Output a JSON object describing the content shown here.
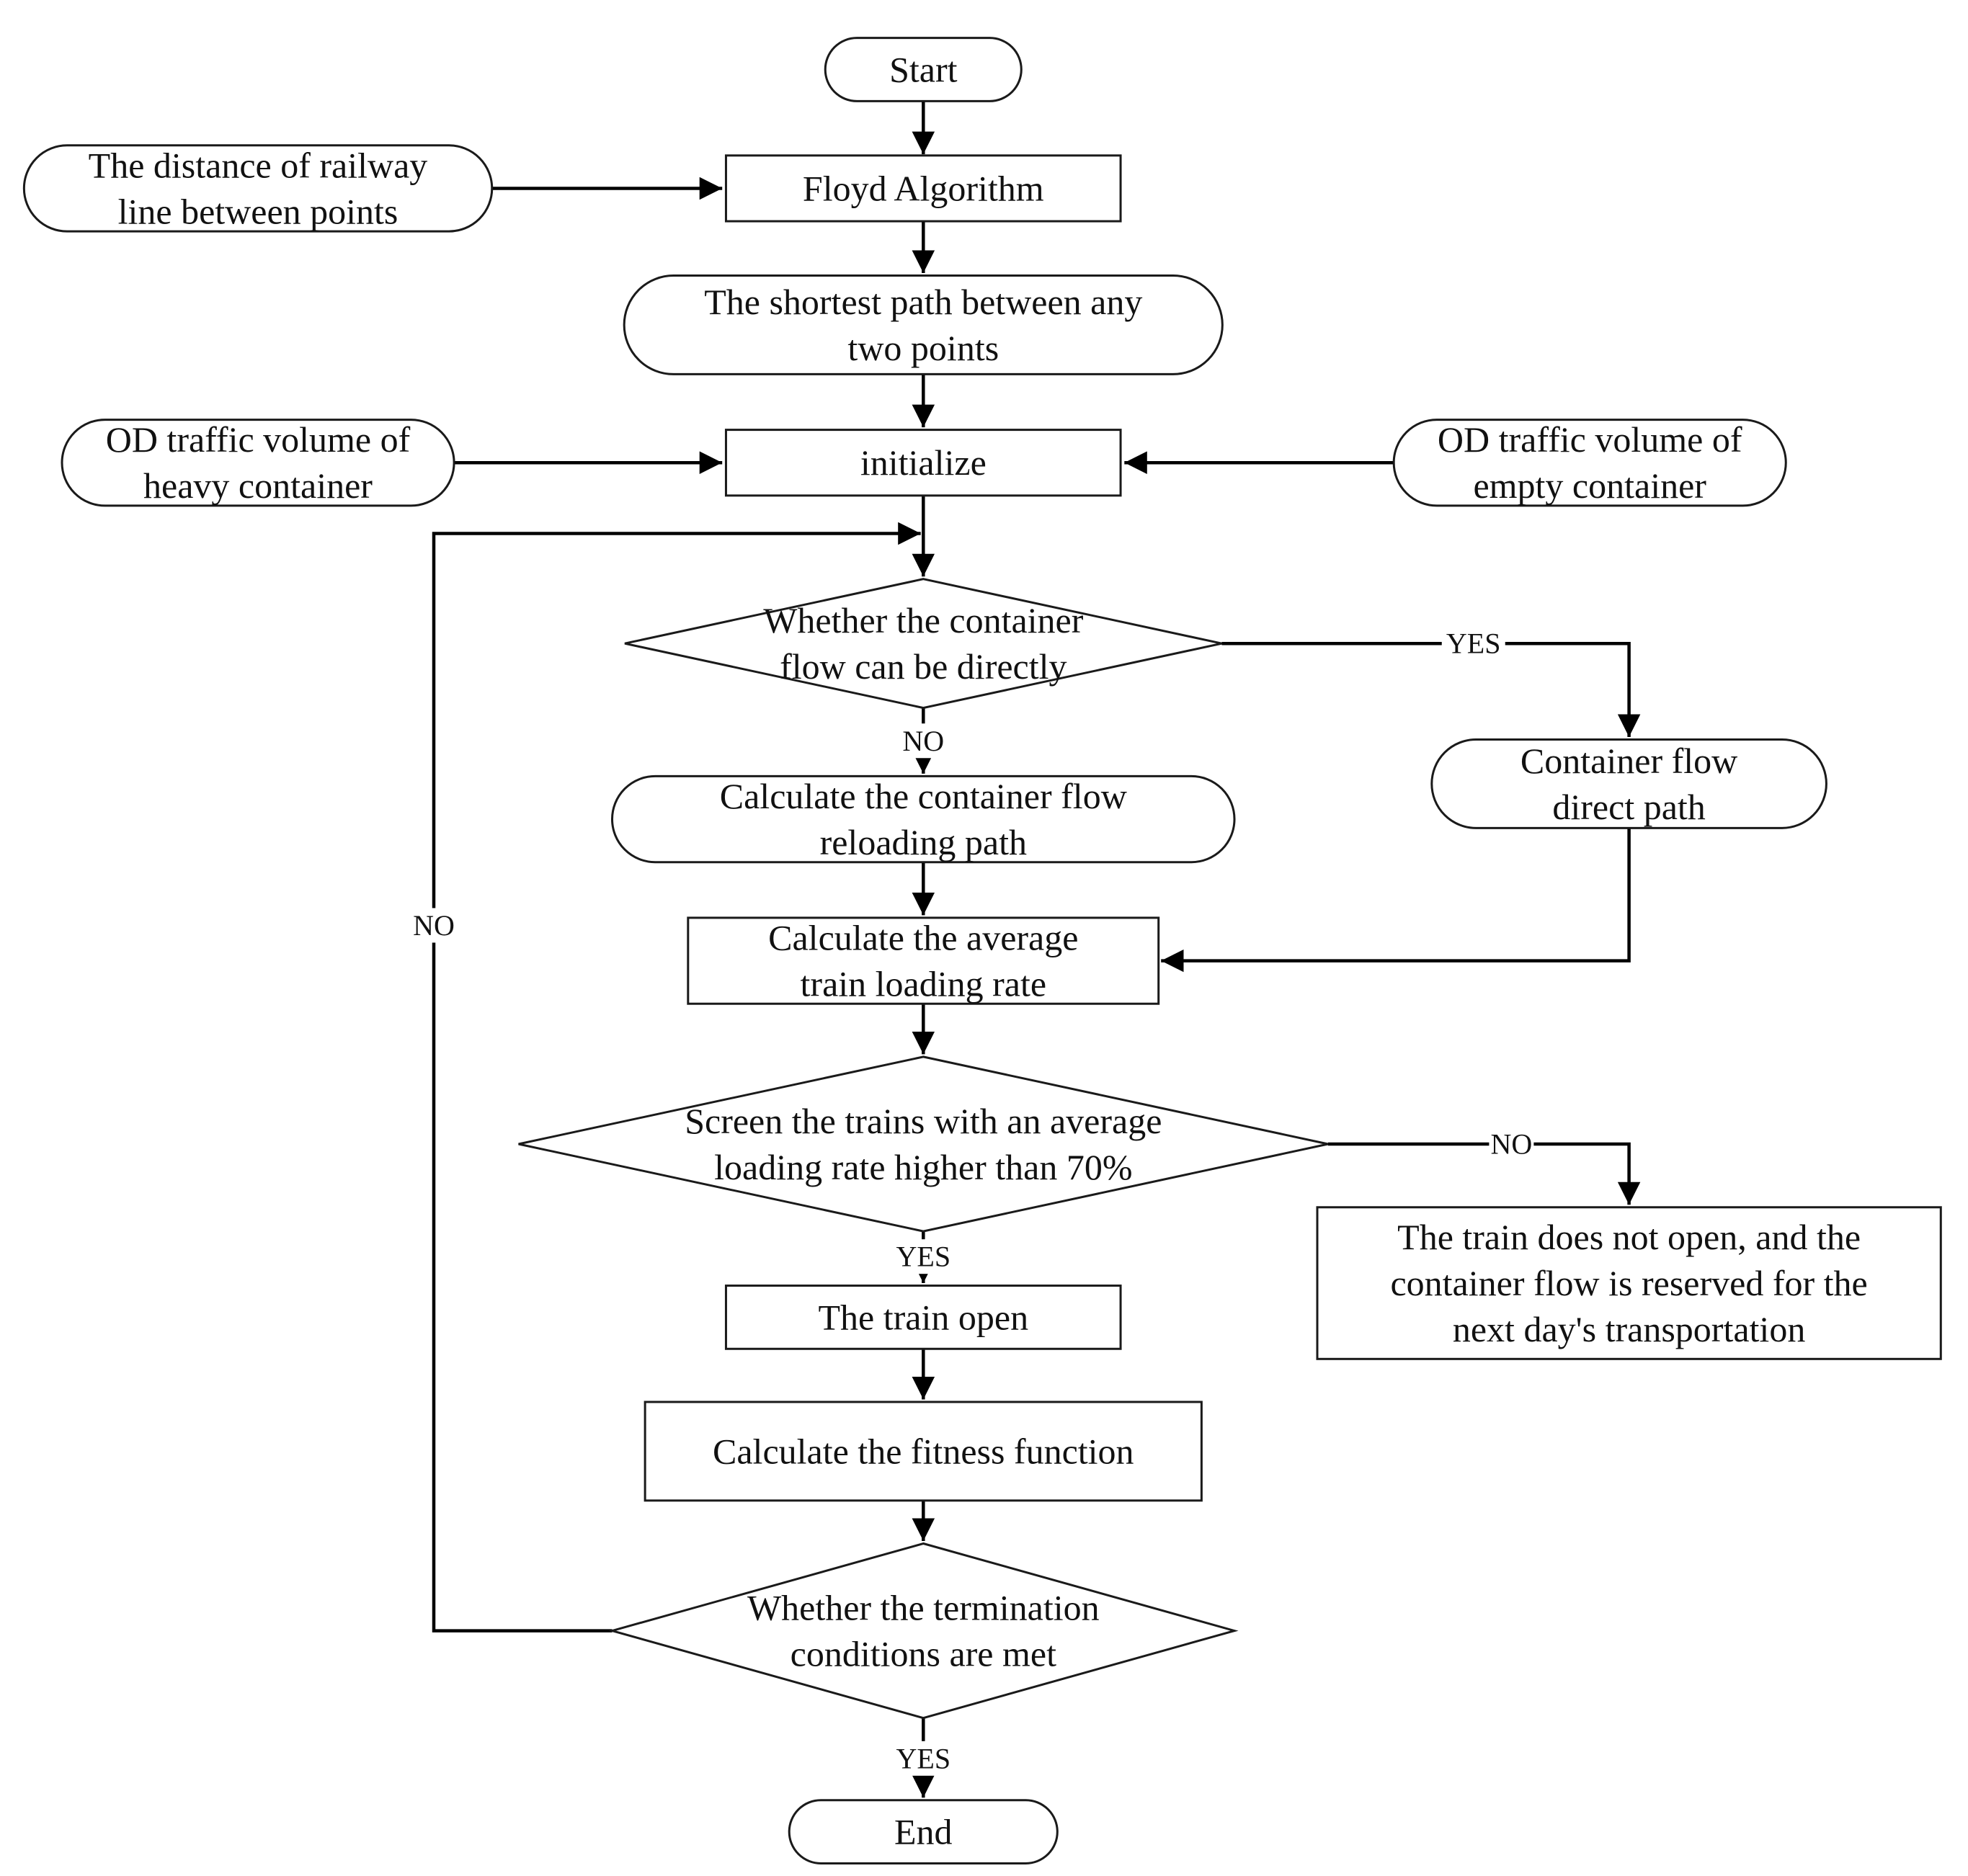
{
  "nodes": {
    "start": {
      "shape": "terminal",
      "lines": [
        "Start"
      ]
    },
    "distance_input": {
      "shape": "terminal",
      "lines": [
        "The distance of railway",
        "line between points"
      ]
    },
    "floyd": {
      "shape": "process",
      "lines": [
        "Floyd Algorithm"
      ]
    },
    "shortest_path": {
      "shape": "terminal",
      "lines": [
        "The shortest path between any",
        "two points"
      ]
    },
    "heavy_od": {
      "shape": "terminal",
      "lines": [
        "OD traffic volume of",
        "heavy container"
      ]
    },
    "initialize": {
      "shape": "process",
      "lines": [
        "initialize"
      ]
    },
    "empty_od": {
      "shape": "terminal",
      "lines": [
        "OD traffic volume of",
        "empty container"
      ]
    },
    "direct_decision": {
      "shape": "decision",
      "lines": [
        "Whether the container",
        "flow can be directly"
      ]
    },
    "reload_path": {
      "shape": "terminal",
      "lines": [
        "Calculate the container flow",
        "reloading path"
      ]
    },
    "direct_path": {
      "shape": "terminal",
      "lines": [
        "Container flow",
        "direct path"
      ]
    },
    "avg_loading": {
      "shape": "process",
      "lines": [
        "Calculate the average",
        "train loading rate"
      ]
    },
    "screen_decision": {
      "shape": "decision",
      "lines": [
        "Screen the trains with an average",
        "loading rate higher than 70%"
      ]
    },
    "train_not_open": {
      "shape": "process",
      "lines": [
        "The train does not open, and the",
        "container flow is reserved for the",
        "next day's transportation"
      ]
    },
    "train_open": {
      "shape": "process",
      "lines": [
        "The train open"
      ]
    },
    "fitness": {
      "shape": "process",
      "lines": [
        "Calculate the fitness function"
      ]
    },
    "termination_decision": {
      "shape": "decision",
      "lines": [
        "Whether the termination",
        "conditions are met"
      ]
    },
    "end": {
      "shape": "terminal",
      "lines": [
        "End"
      ]
    }
  },
  "edges": [
    {
      "from": "start",
      "to": "floyd",
      "label": ""
    },
    {
      "from": "distance_input",
      "to": "floyd",
      "label": ""
    },
    {
      "from": "floyd",
      "to": "shortest_path",
      "label": ""
    },
    {
      "from": "shortest_path",
      "to": "initialize",
      "label": ""
    },
    {
      "from": "heavy_od",
      "to": "initialize",
      "label": ""
    },
    {
      "from": "empty_od",
      "to": "initialize",
      "label": ""
    },
    {
      "from": "initialize",
      "to": "direct_decision",
      "label": ""
    },
    {
      "from": "direct_decision",
      "to": "direct_path",
      "label": "YES"
    },
    {
      "from": "direct_decision",
      "to": "reload_path",
      "label": "NO"
    },
    {
      "from": "reload_path",
      "to": "avg_loading",
      "label": ""
    },
    {
      "from": "direct_path",
      "to": "avg_loading",
      "label": ""
    },
    {
      "from": "avg_loading",
      "to": "screen_decision",
      "label": ""
    },
    {
      "from": "screen_decision",
      "to": "train_not_open",
      "label": "NO"
    },
    {
      "from": "screen_decision",
      "to": "train_open",
      "label": "YES"
    },
    {
      "from": "train_open",
      "to": "fitness",
      "label": ""
    },
    {
      "from": "fitness",
      "to": "termination_decision",
      "label": ""
    },
    {
      "from": "termination_decision",
      "to": "direct_decision",
      "label": "NO"
    },
    {
      "from": "termination_decision",
      "to": "end",
      "label": "YES"
    }
  ]
}
